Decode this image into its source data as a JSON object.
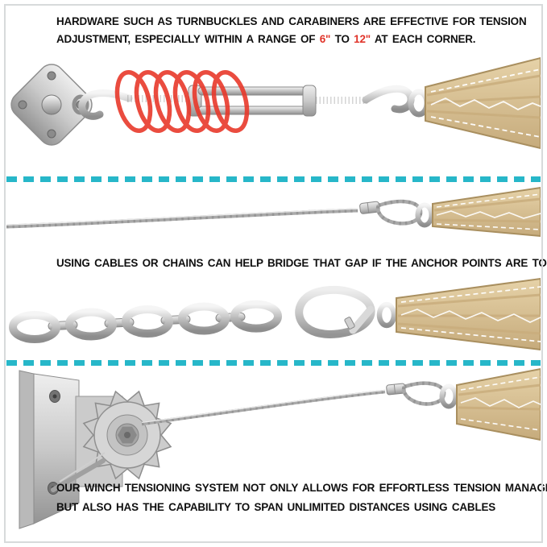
{
  "colors": {
    "accent_teal": "#27b7c9",
    "accent_red": "#e0342a",
    "text": "#101010",
    "strap_tan": "#d6bd8f",
    "metal_gray": "#a9a9a9",
    "frame_gray": "#d7dadb"
  },
  "top": {
    "line1": "HARDWARE SUCH AS TURNBUCKLES AND CARABINERS ARE EFFECTIVE FOR TENSION",
    "line2_prefix": "ADJUSTMENT, ESPECIALLY WITHIN A RANGE OF ",
    "range_low": "6\"",
    "line2_mid": " TO ",
    "range_high": "12\"",
    "line2_suffix": " AT EACH CORNER."
  },
  "middle": {
    "text": "USING CABLES OR CHAINS CAN HELP BRIDGE THAT GAP IF THE ANCHOR POINTS ARE TOO FAR."
  },
  "bottom": {
    "line1": "OUR WINCH TENSIONING SYSTEM NOT ONLY ALLOWS FOR EFFORTLESS TENSION MANAGEMENT",
    "line2": "BUT ALSO HAS THE CAPABILITY TO SPAN UNLIMITED DISTANCES USING CABLES"
  },
  "illustrations": {
    "turnbuckle": {
      "name": "turnbuckle-assembly-illustration",
      "description": "Pad-eye wall plate, hook-and-hook turnbuckle with red tension-spring highlight, D-ring and shade sail strap"
    },
    "cable": {
      "name": "steel-cable-illustration",
      "description": "Steel cable with crimped ferrule loop attached to a D-ring and shade sail strap"
    },
    "chain": {
      "name": "chain-carabiner-illustration",
      "description": "Steel chain links with carabiner clipped to a D-ring and shade sail strap"
    },
    "winch": {
      "name": "winch-system-illustration",
      "description": "Wall-mounted ratchet winch with cable loop attached to a shade sail strap"
    }
  }
}
